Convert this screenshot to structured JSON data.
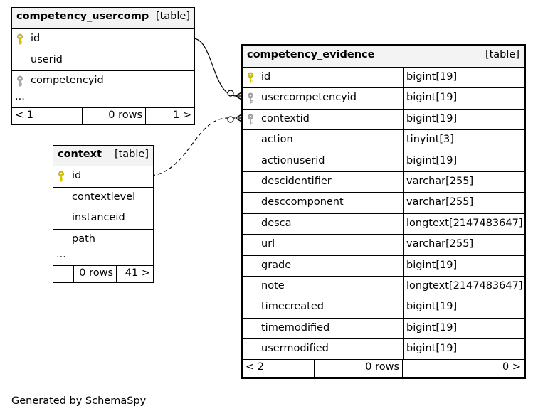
{
  "tables": {
    "usercomp": {
      "name": "competency_usercomp",
      "kind": "[table]",
      "columns": [
        {
          "name": "id",
          "key": "primary"
        },
        {
          "name": "userid",
          "key": "none"
        },
        {
          "name": "competencyid",
          "key": "foreign"
        }
      ],
      "more": "...",
      "nav": {
        "prev": "< 1",
        "rows": "0 rows",
        "next": "1 >"
      }
    },
    "context": {
      "name": "context",
      "kind": "[table]",
      "columns": [
        {
          "name": "id",
          "key": "primary"
        },
        {
          "name": "contextlevel",
          "key": "none"
        },
        {
          "name": "instanceid",
          "key": "none"
        },
        {
          "name": "path",
          "key": "none"
        }
      ],
      "more": "...",
      "nav": {
        "prev": "",
        "rows": "0 rows",
        "next": "41 >"
      }
    },
    "evidence": {
      "name": "competency_evidence",
      "kind": "[table]",
      "columns": [
        {
          "name": "id",
          "type": "bigint[19]",
          "key": "primary"
        },
        {
          "name": "usercompetencyid",
          "type": "bigint[19]",
          "key": "foreign"
        },
        {
          "name": "contextid",
          "type": "bigint[19]",
          "key": "foreign"
        },
        {
          "name": "action",
          "type": "tinyint[3]",
          "key": "none"
        },
        {
          "name": "actionuserid",
          "type": "bigint[19]",
          "key": "none"
        },
        {
          "name": "descidentifier",
          "type": "varchar[255]",
          "key": "none"
        },
        {
          "name": "desccomponent",
          "type": "varchar[255]",
          "key": "none"
        },
        {
          "name": "desca",
          "type": "longtext[2147483647]",
          "key": "none"
        },
        {
          "name": "url",
          "type": "varchar[255]",
          "key": "none"
        },
        {
          "name": "grade",
          "type": "bigint[19]",
          "key": "none"
        },
        {
          "name": "note",
          "type": "longtext[2147483647]",
          "key": "none"
        },
        {
          "name": "timecreated",
          "type": "bigint[19]",
          "key": "none"
        },
        {
          "name": "timemodified",
          "type": "bigint[19]",
          "key": "none"
        },
        {
          "name": "usermodified",
          "type": "bigint[19]",
          "key": "none"
        }
      ],
      "nav": {
        "prev": "< 2",
        "rows": "0 rows",
        "next": "0 >"
      }
    }
  },
  "colors": {
    "primary_key": "#d4c500",
    "foreign_key": "#a8a8a8",
    "header_bg": "#f3f3f3"
  },
  "footer": "Generated by SchemaSpy"
}
